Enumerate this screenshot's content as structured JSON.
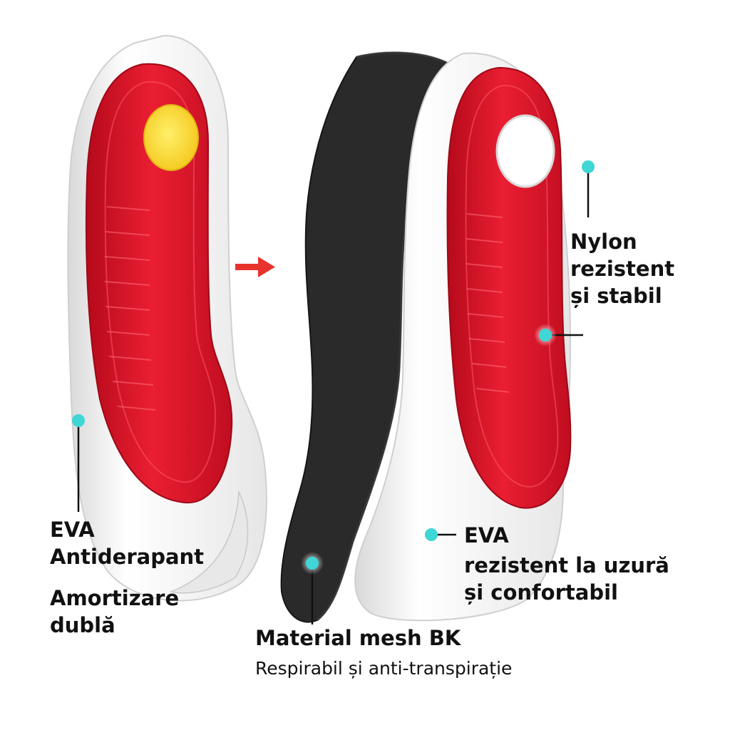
{
  "colors": {
    "accent_dot": "#3fd6d6",
    "insole_red": "#e2132a",
    "insole_white": "#f2f2f2",
    "heel_pad_yellow": "#ffe03a",
    "mesh_black": "#2a2a2a",
    "arrow_red": "#e8322c",
    "text": "#111111"
  },
  "icons": {
    "arrow": "right-arrow-icon",
    "marker": "cyan-dot-marker-icon"
  },
  "labels": {
    "left_eva": "EVA",
    "left_antiderapant": "Antiderapant",
    "left_amortizare": "Amortizare",
    "left_dubla": "dublă",
    "nylon_line1": "Nylon",
    "nylon_line2": "rezistent",
    "nylon_line3": "și stabil",
    "right_eva": "EVA",
    "right_line2": "rezistent la uzură",
    "right_line3": "și confortabil",
    "mesh_title": "Material mesh BK",
    "mesh_sub": "Respirabil și anti-transpirație"
  }
}
